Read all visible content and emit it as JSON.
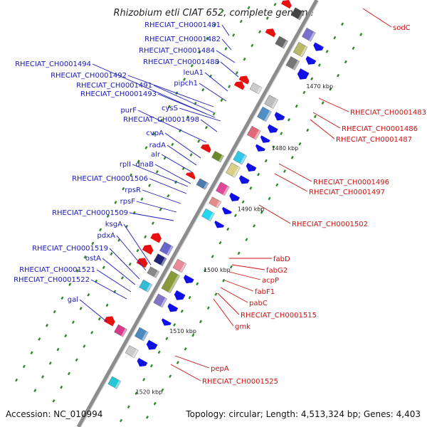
{
  "title": "Rhizobium etli CIAT 652, complete genome",
  "footer": {
    "accession": "Accession: NC_010994",
    "summary": "Topology: circular; Length: 4,513,324 bp; Genes: 4,403"
  },
  "colors": {
    "forward_label": "#1a1ab4",
    "reverse_label": "#cc1111",
    "forward_arrow": "#1010e6",
    "reverse_arrow": "#e61010",
    "backbone": "#8c8c8c",
    "tick": "#2a8a2a"
  },
  "kbp_marks": [
    "1470 kbp",
    "1480 kbp",
    "1490 kbp",
    "1500 kbp",
    "1510 kbp",
    "1520 kbp"
  ],
  "forward_genes": [
    "RHECIAT_CH0001481",
    "RHECIAT_CH0001482",
    "RHECIAT_CH0001484",
    "RHECIAT_CH0001488",
    "RHECIAT_CH0001494",
    "leuA1",
    "RHECIAT_CH0001492",
    "RHECIAT_CH0001491",
    "pipch1",
    "RHECIAT_CH0001493",
    "purF",
    "cysS",
    "RHECIAT_CH0001498",
    "cvpA",
    "radA",
    "alr",
    "rplI",
    "dnaB",
    "RHECIAT_CH0001506",
    "rpsR",
    "rpsF",
    "RHECIAT_CH0001509",
    "ksgA",
    "pdxA",
    "RHECIAT_CH0001519",
    "ostA",
    "RHECIAT_CH0001521",
    "RHECIAT_CH0001522",
    "gal"
  ],
  "reverse_genes": [
    "sodC",
    "RHECIAT_CH0001483",
    "RHECIAT_CH0001486",
    "RHECIAT_CH0001487",
    "RHECIAT_CH0001496",
    "RHECIAT_CH0001497",
    "RHECIAT_CH0001502",
    "fabD",
    "fabG2",
    "acpP",
    "fabF1",
    "pabC",
    "RHECIAT_CH0001515",
    "gmk",
    "pepA",
    "RHECIAT_CH0001525"
  ]
}
